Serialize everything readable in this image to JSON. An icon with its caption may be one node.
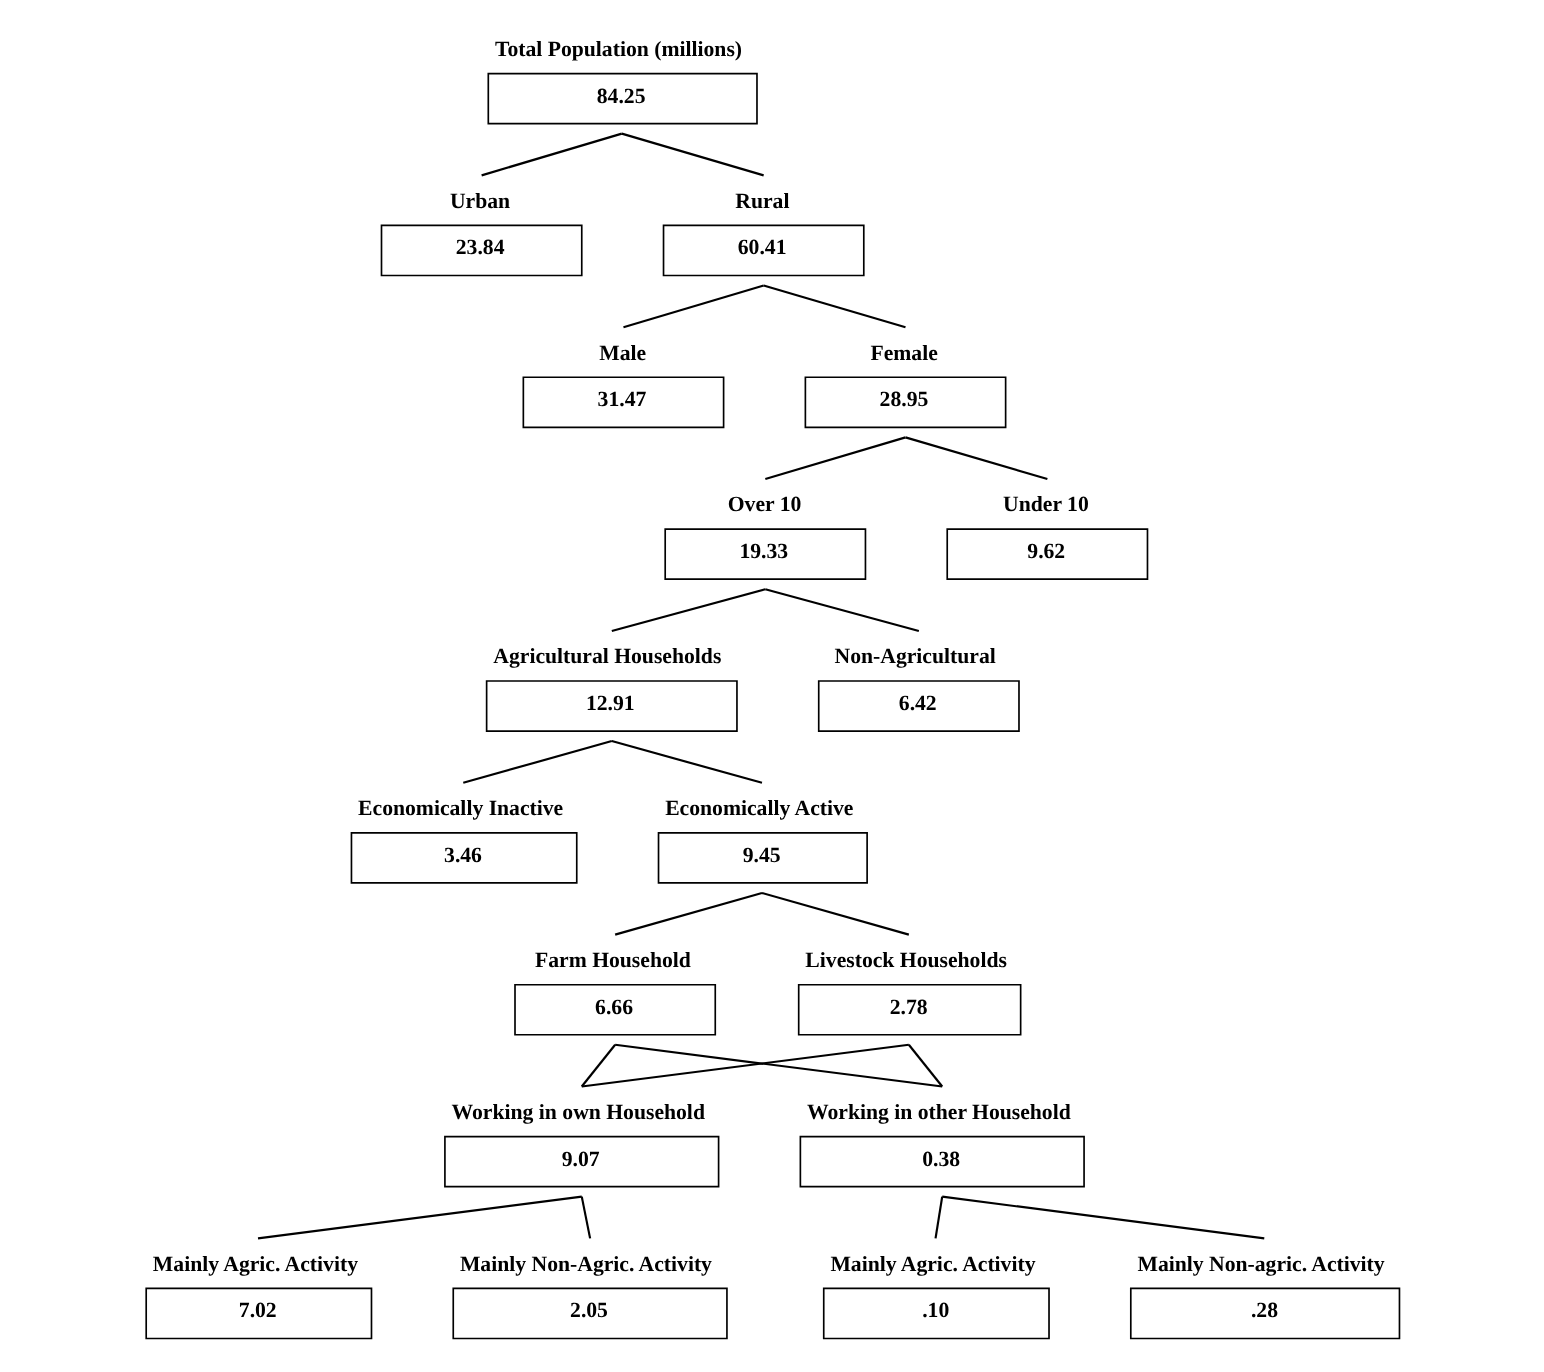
{
  "diagram": {
    "nodes": [
      {
        "text": [
          "Total Population (millions)",
          "84.25"
        ]
      },
      {
        "text": [
          "Urban",
          "23.84"
        ]
      },
      {
        "text": [
          "Rural",
          "60.41"
        ]
      },
      {
        "text": [
          "Male",
          "31.47"
        ]
      },
      {
        "text": [
          "Female",
          "28.95"
        ]
      },
      {
        "text": [
          "Over 10",
          "19.33"
        ]
      },
      {
        "text": [
          "Under 10",
          "9.62"
        ]
      },
      {
        "text": [
          "Agricultural Households",
          "12.91"
        ]
      },
      {
        "text": [
          "Non-Agricultural",
          "6.42"
        ]
      },
      {
        "text": [
          "Economically Inactive",
          "3.46"
        ]
      },
      {
        "text": [
          "Economically Active",
          "9.45"
        ]
      },
      {
        "text": [
          "Farm Household",
          "6.66"
        ]
      },
      {
        "text": [
          "Livestock Households",
          "2.78"
        ]
      },
      {
        "text": [
          "Working in own Household",
          "9.07"
        ]
      },
      {
        "text": [
          "Working in other Household",
          "0.38"
        ]
      },
      {
        "text": [
          "Mainly Agric. Activity",
          "7.02"
        ]
      },
      {
        "text": [
          "Mainly Non-Agric. Activity",
          "2.05"
        ]
      },
      {
        "text": [
          "Mainly Agric. Activity",
          ".10"
        ]
      },
      {
        "text": [
          "Mainly Non-agric. Activity",
          ".28"
        ]
      }
    ],
    "edges": [
      {
        "from": 0,
        "to": 1,
        "arrow": "none"
      },
      {
        "from": 0,
        "to": 2,
        "arrow": "none"
      },
      {
        "from": 2,
        "to": 3,
        "arrow": "none"
      },
      {
        "from": 2,
        "to": 4,
        "arrow": "none"
      },
      {
        "from": 4,
        "to": 5,
        "arrow": "none"
      },
      {
        "from": 4,
        "to": 6,
        "arrow": "none"
      },
      {
        "from": 5,
        "to": 7,
        "arrow": "none"
      },
      {
        "from": 5,
        "to": 8,
        "arrow": "none"
      },
      {
        "from": 7,
        "to": 9,
        "arrow": "none"
      },
      {
        "from": 7,
        "to": 10,
        "arrow": "none"
      },
      {
        "from": 10,
        "to": 11,
        "arrow": "none"
      },
      {
        "from": 10,
        "to": 12,
        "arrow": "none"
      },
      {
        "from": 11,
        "to": 13,
        "arrow": "none"
      },
      {
        "from": 11,
        "to": 14,
        "arrow": "none"
      },
      {
        "from": 12,
        "to": 13,
        "arrow": "none"
      },
      {
        "from": 12,
        "to": 14,
        "arrow": "none"
      },
      {
        "from": 13,
        "to": 15,
        "arrow": "none"
      },
      {
        "from": 13,
        "to": 16,
        "arrow": "none"
      },
      {
        "from": 14,
        "to": 17,
        "arrow": "none"
      },
      {
        "from": 14,
        "to": 18,
        "arrow": "none"
      }
    ]
  }
}
